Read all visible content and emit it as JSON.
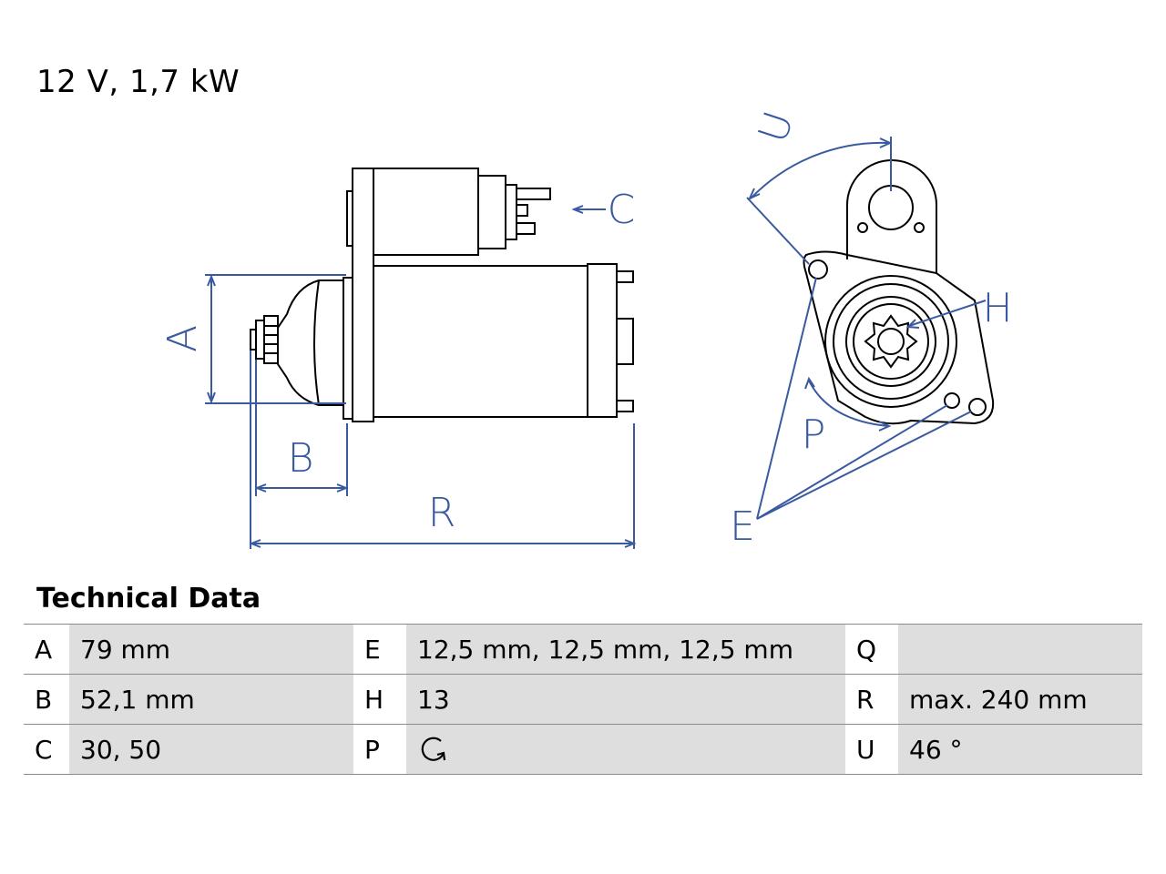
{
  "header": {
    "title": "12 V, 1,7 kW"
  },
  "diagram": {
    "labels": {
      "A": "A",
      "B": "B",
      "C": "C",
      "R": "R",
      "U": "U",
      "H": "H",
      "P": "P",
      "E": "E"
    }
  },
  "section_title": "Technical Data",
  "technical_data": [
    [
      {
        "key": "A",
        "value": "79 mm"
      },
      {
        "key": "E",
        "value": "12,5 mm, 12,5 mm, 12,5 mm"
      },
      {
        "key": "Q",
        "value": ""
      }
    ],
    [
      {
        "key": "B",
        "value": "52,1 mm"
      },
      {
        "key": "H",
        "value": "13"
      },
      {
        "key": "R",
        "value": "max. 240 mm"
      }
    ],
    [
      {
        "key": "C",
        "value": "30, 50"
      },
      {
        "key": "P",
        "value": "",
        "icon": "rotation-direction-icon"
      },
      {
        "key": "U",
        "value": "46 °"
      }
    ]
  ],
  "colors": {
    "dimension_lines": "#3a5aa0",
    "value_cell_bg": "#dedede"
  }
}
